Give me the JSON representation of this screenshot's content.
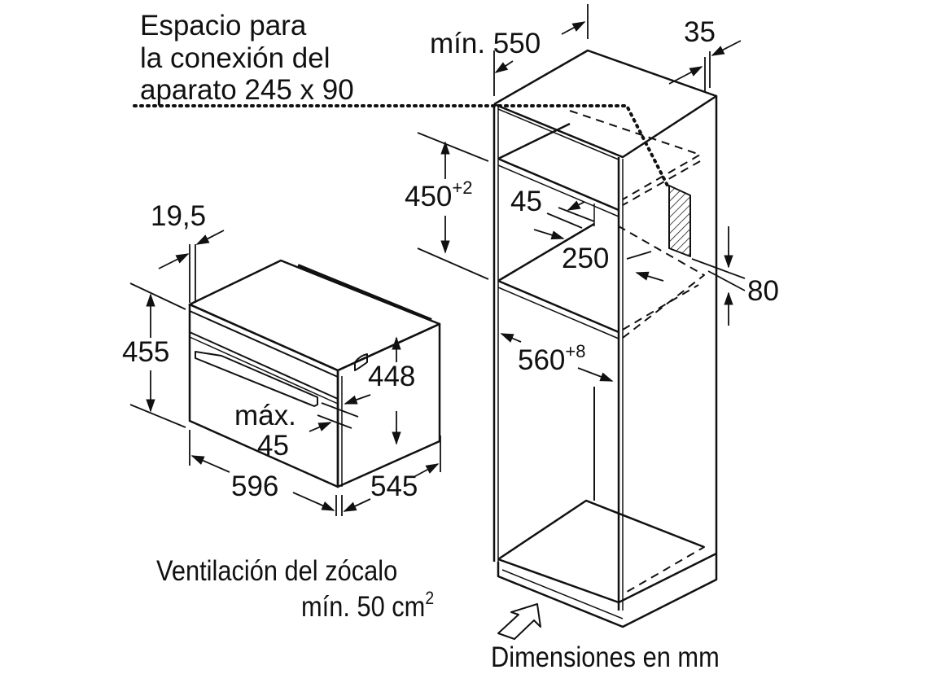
{
  "title": "Installation dimensions diagram",
  "notes": {
    "connection_space": [
      "Espacio para",
      "la conexión del",
      "aparato 245 x 90"
    ],
    "plinth_ventilation": [
      "Ventilación del zócalo",
      "mín. 50 cm",
      "2"
    ],
    "units": "Dimensiones en mm"
  },
  "appliance_dims": {
    "front_thickness": "19,5",
    "height_front": "455",
    "height_body": "448",
    "gap_max_label": "máx.",
    "gap_max_value": "45",
    "width": "596",
    "depth": "545"
  },
  "cabinet_dims": {
    "min_depth": "mín. 550",
    "rear_gap": "35",
    "niche_height": "450",
    "niche_height_tol": "+2",
    "shelf_offset": "45",
    "opening": "250",
    "side_offset": "80",
    "niche_width": "560",
    "niche_width_tol": "+8"
  },
  "colors": {
    "line": "#111111",
    "background": "#ffffff"
  }
}
